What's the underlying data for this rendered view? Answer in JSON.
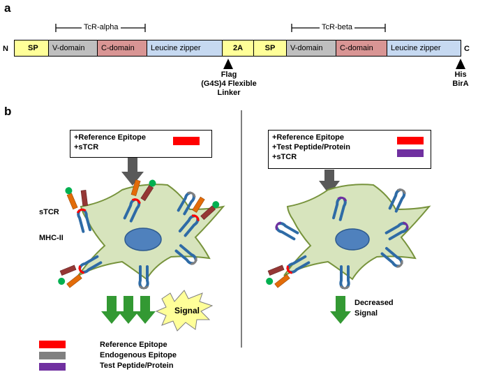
{
  "panel_a": {
    "letter": "a",
    "n_term": "N",
    "c_term": "C",
    "segments": [
      {
        "label": "SP",
        "color": "#ffff99"
      },
      {
        "label": "V-domain",
        "color": "#bfbfbf"
      },
      {
        "label": "C-domain",
        "color": "#d99594"
      },
      {
        "label": "Leucine zipper",
        "color": "#c6d9f1"
      },
      {
        "label": "2A",
        "color": "#ffff99"
      },
      {
        "label": "SP",
        "color": "#ffff99"
      },
      {
        "label": "V-domain",
        "color": "#bfbfbf"
      },
      {
        "label": "C-domain",
        "color": "#d99594"
      },
      {
        "label": "Leucine zipper",
        "color": "#c6d9f1"
      }
    ],
    "bracket_alpha": "TcR-alpha",
    "bracket_beta": "TcR-beta",
    "linker_label_1": "Flag",
    "linker_label_2": "(G4S)4 Flexible Linker",
    "tag_label_1": "His",
    "tag_label_2": "BirA"
  },
  "panel_b": {
    "letter": "b",
    "left_box": [
      "+Reference Epitope",
      "+sTCR"
    ],
    "right_box": [
      "+Reference Epitope",
      "+Test Peptide/Protein",
      "+sTCR"
    ],
    "label_stcr": "sTCR",
    "label_mhc": "MHC-II",
    "signal": "Signal",
    "decreased_1": "Decreased",
    "decreased_2": "Signal",
    "legend": [
      {
        "label": "Reference Epitope",
        "color": "#ff0000"
      },
      {
        "label": "Endogenous Epitope",
        "color": "#808080"
      },
      {
        "label": "Test Peptide/Protein",
        "color": "#7030a0"
      }
    ]
  }
}
